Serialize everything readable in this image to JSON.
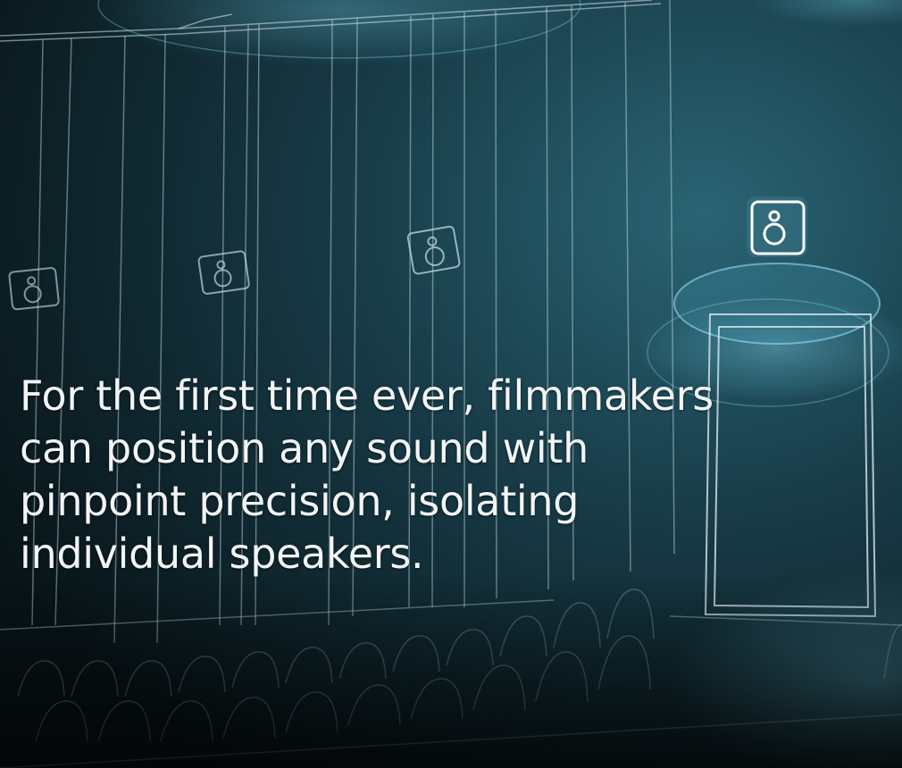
{
  "caption": {
    "lines": [
      "For the first time ever, filmmakers",
      "can position any sound with",
      "pinpoint precision, isolating",
      "individual speakers."
    ]
  },
  "colors": {
    "background_dark": "#081418",
    "background_teal": "#1f4d5c",
    "wireframe": "#cfe3ea",
    "glow": "#7fd6ee",
    "caption_text": "#f2f5f6"
  },
  "scene": {
    "description_icons": [
      "speaker-icon"
    ],
    "highlighted_speaker": "speaker-right-wall"
  }
}
